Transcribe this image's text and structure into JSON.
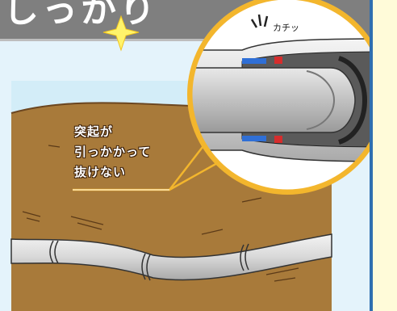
{
  "callout": {
    "line1": "突起が",
    "line2": "引っかかって",
    "line3": "抜けない"
  },
  "magnifier": {
    "sound": "カチッ"
  },
  "header": {
    "decorative_text": "しっかり"
  },
  "colors": {
    "panel_bg": "#e4f3fb",
    "header_gray": "#7f7f7f",
    "soil": "#a87a3a",
    "sidebar_bg": "#fffbd9",
    "sidebar_line": "#2f6fb0",
    "callout_line": "#f3b62d",
    "seal_blue": "#2f6fd6",
    "seal_red": "#d62d2d"
  },
  "icons": [
    "spark-icon",
    "click-sound-icon"
  ]
}
